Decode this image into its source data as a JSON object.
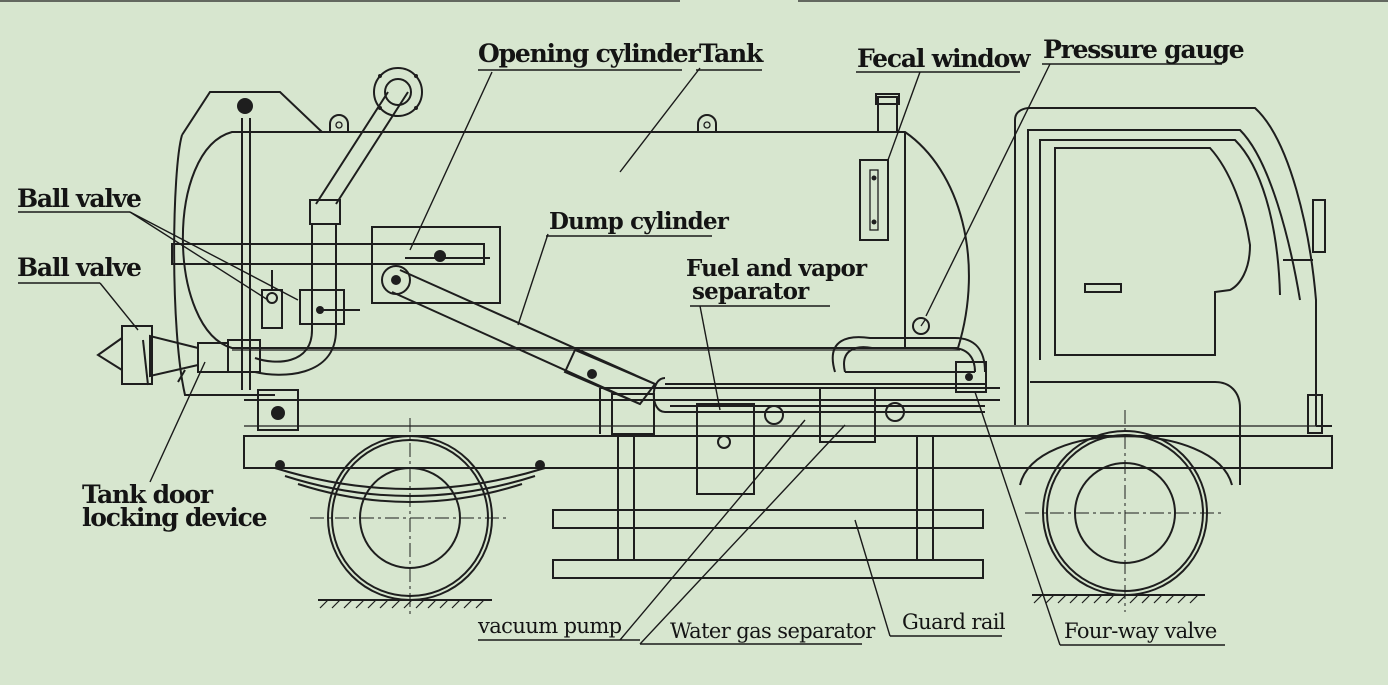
{
  "labels": {
    "opening_cylinder": "Opening cylinder",
    "tank": "Tank",
    "fecal_window": "Fecal window",
    "pressure_gauge": "Pressure gauge",
    "ball_valve_upper": "Ball valve",
    "ball_valve_lower": "Ball valve",
    "dump_cylinder": "Dump cylinder",
    "fuel_vapor_separator_line1": "Fuel and vapor",
    "fuel_vapor_separator_line2": "separator",
    "tank_door_locking_line1": "Tank door",
    "tank_door_locking_line2": "locking device",
    "vacuum_pump": "vacuum pump",
    "water_gas_separator": "Water gas separator",
    "guard_rail": "Guard rail",
    "four_way_valve": "Four-way valve"
  },
  "colors": {
    "background": "#d7e6cf",
    "line": "#1e1e1e"
  }
}
